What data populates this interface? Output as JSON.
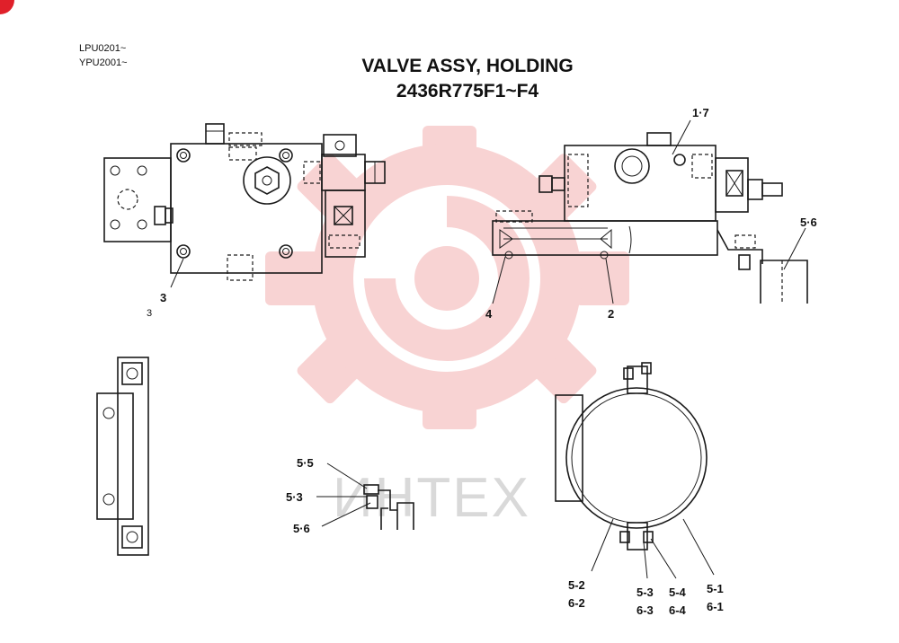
{
  "serial_numbers": [
    "LPU0201~",
    "YPU2001~"
  ],
  "title_line1": "VALVE ASSY, HOLDING",
  "title_line2": "2436R775F1~F4",
  "watermark_text": "ИНТЕХ",
  "callouts": {
    "c_3": "3",
    "c_3_small": "3",
    "c_1_7": "1·7",
    "c_4": "4",
    "c_2": "2",
    "c_5_6_top": "5·6",
    "c_5_5": "5·5",
    "c_5_3": "5·3",
    "c_5_6_mid": "5·6",
    "c_5_2": "5-2",
    "c_6_2": "6-2",
    "c_5_3_b": "5-3",
    "c_6_3": "6-3",
    "c_5_4": "5-4",
    "c_6_4": "6-4",
    "c_5_1": "5-1",
    "c_6_1": "6-1"
  },
  "colors": {
    "watermark_red": "#f4b0b0",
    "corner_mark": "#e0202a",
    "line": "#1a1a1a"
  }
}
